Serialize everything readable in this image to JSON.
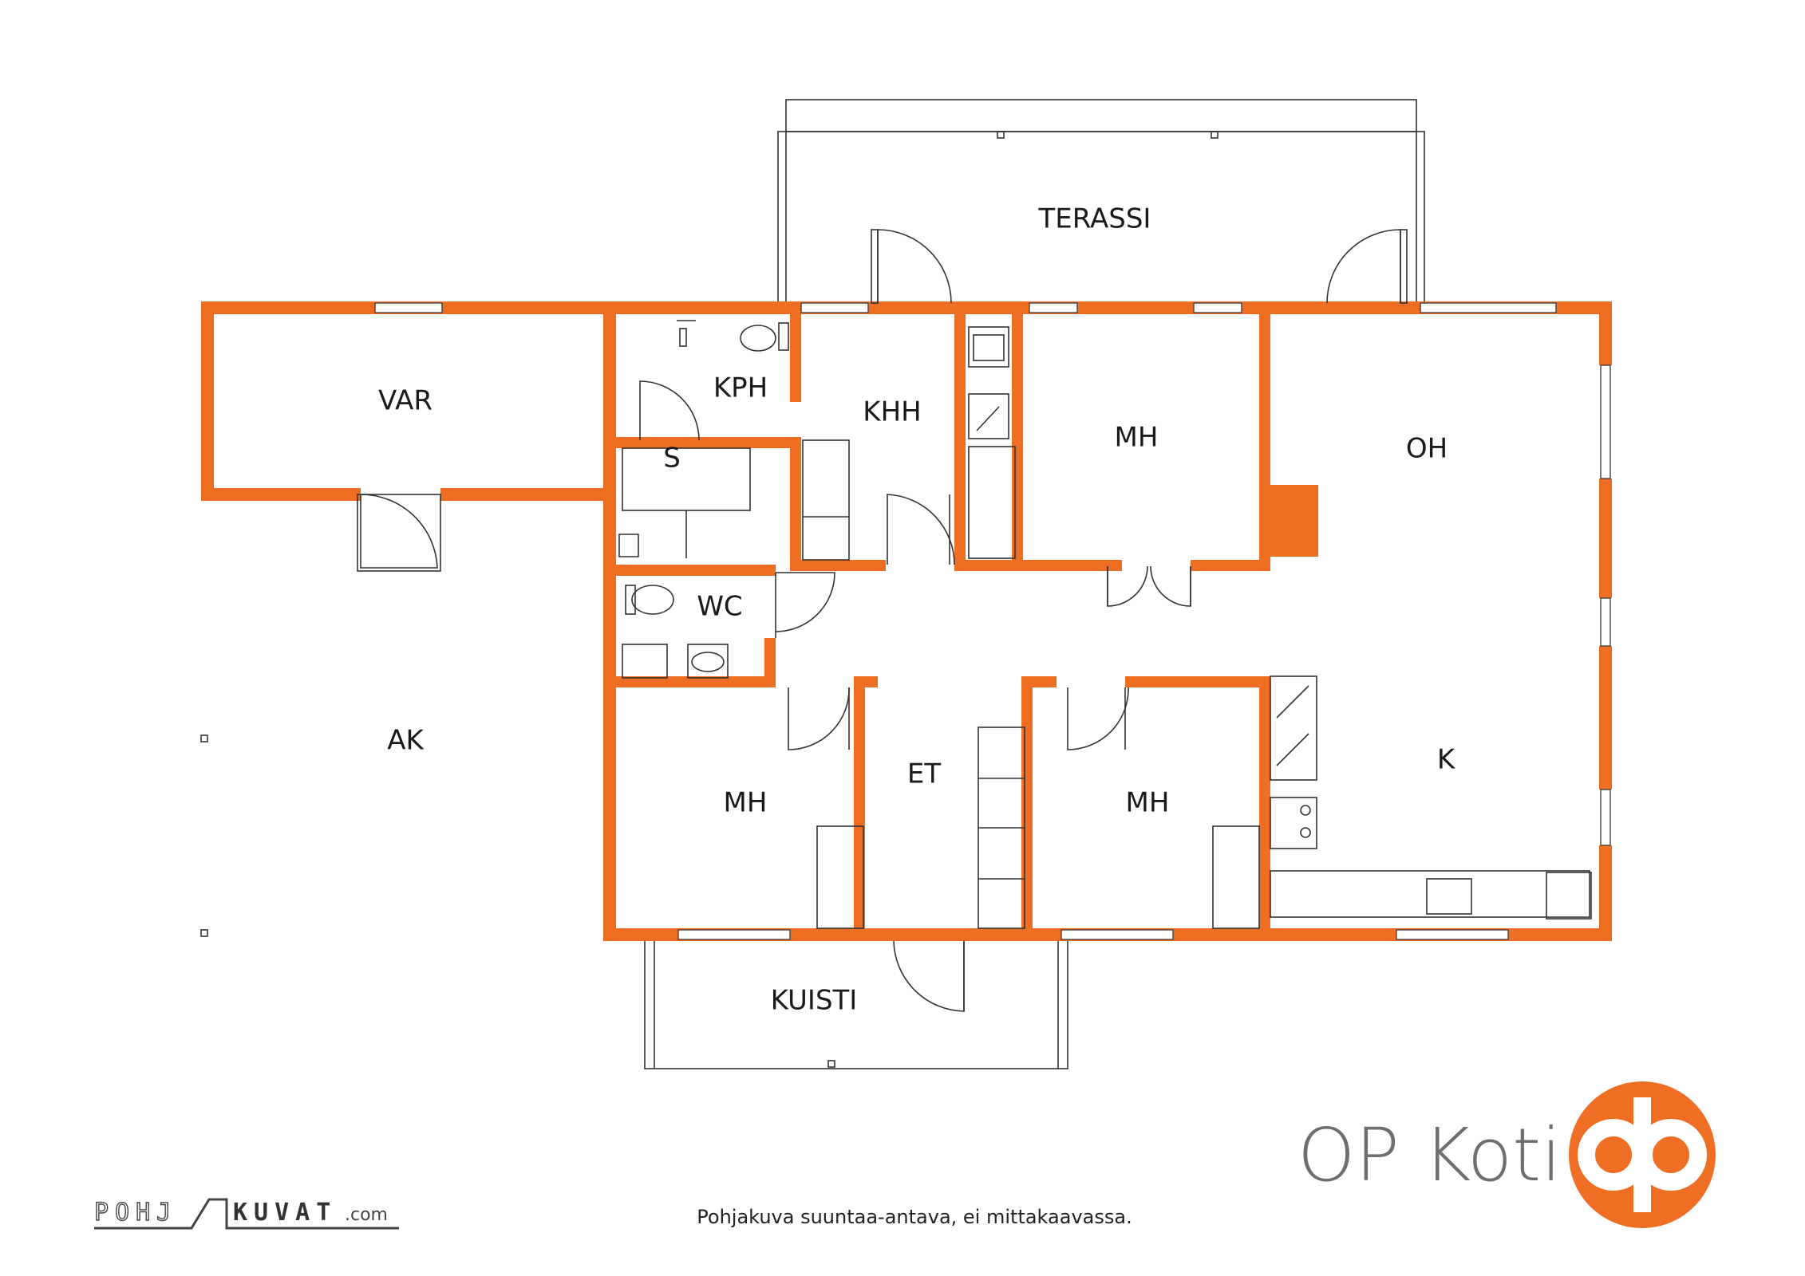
{
  "rooms": {
    "terassi": "TERASSI",
    "var": "VAR",
    "kph": "KPH",
    "khh": "KHH",
    "s": "S",
    "mh_top": "MH",
    "oh": "OH",
    "wc": "WC",
    "ak": "AK",
    "mh_left": "MH",
    "et": "ET",
    "mh_mid": "MH",
    "k": "K",
    "kuisti": "KUISTI"
  },
  "brand": {
    "name": "OP Koti",
    "color": "#ee6f24",
    "text_color": "#6d6e71"
  },
  "credit": {
    "pohj": "POHJ",
    "kuvat": "KUVAT",
    "suffix": ".com"
  },
  "disclaimer": "Pohjakuva suuntaa-antava, ei mittakaavassa.",
  "colors": {
    "wall": "#ee6f24",
    "line": "#333333"
  }
}
